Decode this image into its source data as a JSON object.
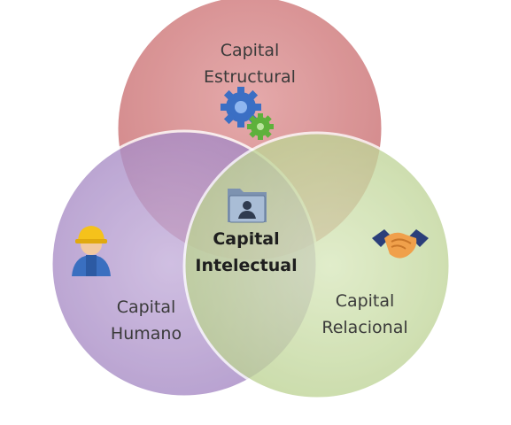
{
  "diagram": {
    "type": "venn",
    "circles": [
      {
        "id": "estructural",
        "label_line1": "Capital",
        "label_line2": "Estructural",
        "color": "#d9898b",
        "icon": "gears-icon"
      },
      {
        "id": "humano",
        "label_line1": "Capital",
        "label_line2": "Humano",
        "color": "#a98bc6",
        "icon": "worker-icon"
      },
      {
        "id": "relacional",
        "label_line1": "Capital",
        "label_line2": "Relacional",
        "color": "#c3d89b",
        "icon": "handshake-icon"
      }
    ],
    "center": {
      "label_line1": "Capital",
      "label_line2": "Intelectual",
      "icon": "folder-user-icon"
    }
  }
}
